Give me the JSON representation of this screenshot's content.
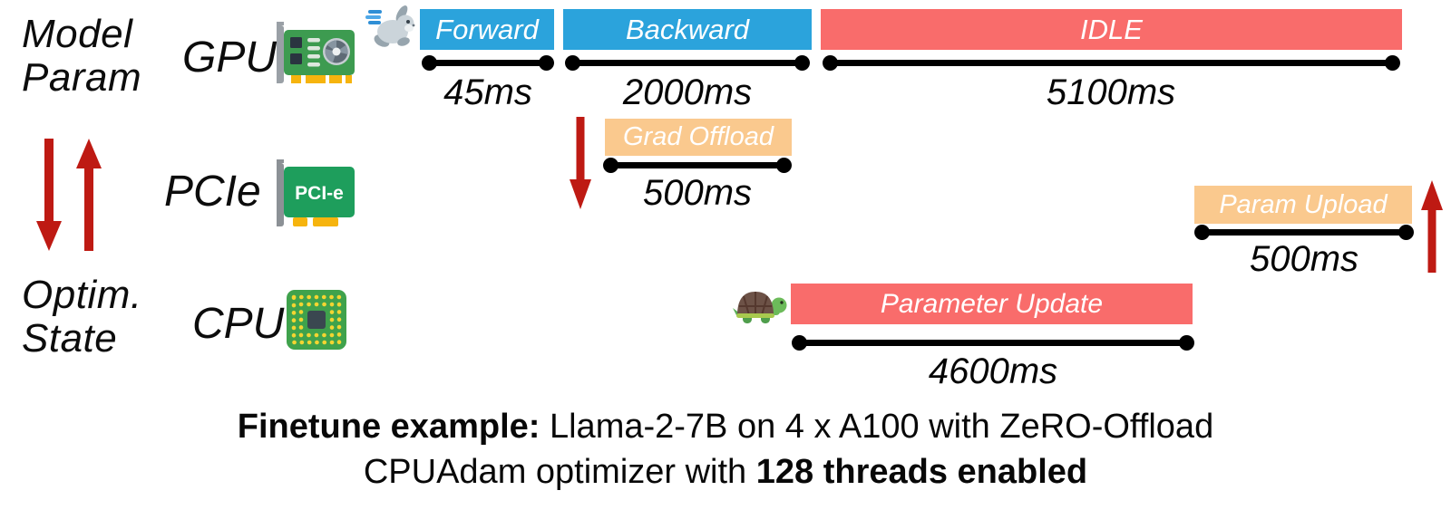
{
  "colors": {
    "blue": "#2BA3DC",
    "salmon": "#F96C6B",
    "orange": "#FAC98E",
    "arrow_red": "#BE1A13",
    "line_black": "#000000",
    "text_black": "#111111",
    "bar_text_white": "#FFFFFF"
  },
  "legend": {
    "model_param_line1": "Model",
    "model_param_line2": "Param",
    "optim_state_line1": "Optim.",
    "optim_state_line2": "State"
  },
  "lanes": [
    {
      "label": "GPU",
      "icon": "gpu-card-icon"
    },
    {
      "label": "PCIe",
      "icon": "pcie-card-icon"
    },
    {
      "label": "CPU",
      "icon": "cpu-chip-icon"
    }
  ],
  "segments": [
    {
      "lane": "GPU",
      "label": "Forward",
      "duration": "45ms",
      "color_key": "blue",
      "speed_icon": "rabbit-icon"
    },
    {
      "lane": "GPU",
      "label": "Backward",
      "duration": "2000ms",
      "color_key": "blue"
    },
    {
      "lane": "GPU",
      "label": "IDLE",
      "duration": "5100ms",
      "color_key": "salmon"
    },
    {
      "lane": "PCIe",
      "label": "Grad Offload",
      "duration": "500ms",
      "color_key": "orange",
      "transfer_direction": "down"
    },
    {
      "lane": "PCIe",
      "label": "Param Upload",
      "duration": "500ms",
      "color_key": "orange",
      "transfer_direction": "up"
    },
    {
      "lane": "CPU",
      "label": "Parameter Update",
      "duration": "4600ms",
      "color_key": "salmon",
      "speed_icon": "turtle-icon"
    }
  ],
  "icons": {
    "pcie_card_text": "PCI-e",
    "fast": "rabbit-icon",
    "slow": "turtle-icon",
    "offload": "red-down-arrow-icon",
    "upload": "red-up-arrow-icon"
  },
  "caption": {
    "line1_bold": "Finetune example:",
    "line1_rest": " Llama-2-7B on 4 x A100 with ZeRO-Offload",
    "line2_prefix": "CPUAdam optimizer with ",
    "line2_bold": "128 threads enabled"
  }
}
